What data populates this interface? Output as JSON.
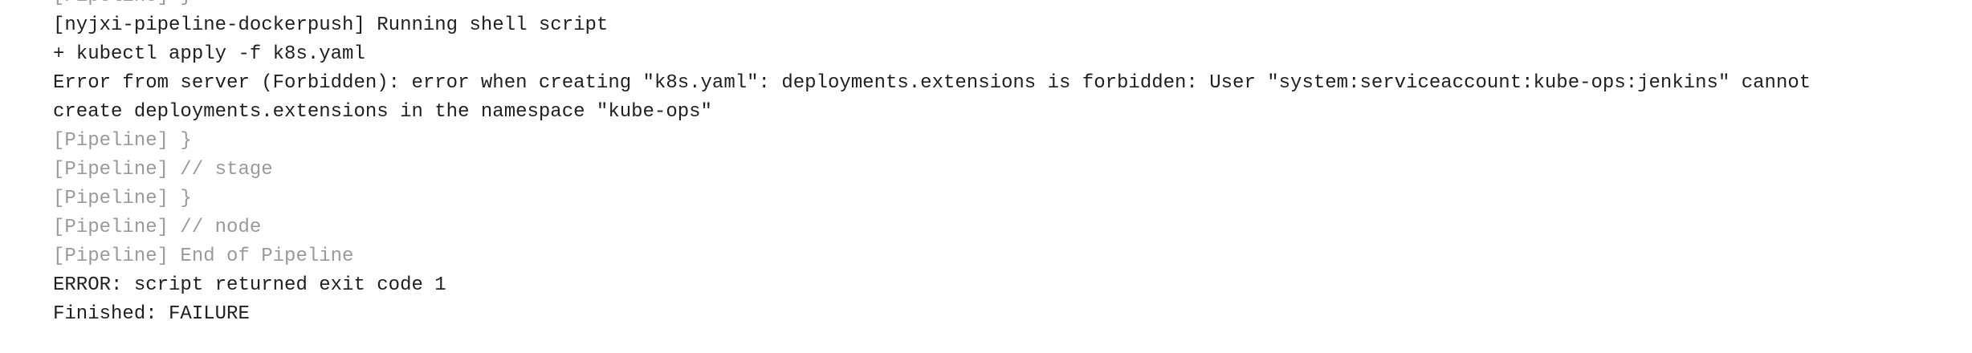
{
  "console": {
    "top_partial": "[Pipeline] }",
    "lines": [
      {
        "text": "[nyjxi-pipeline-dockerpush] Running shell script",
        "kind": "normal"
      },
      {
        "text": "+ kubectl apply -f k8s.yaml",
        "kind": "normal"
      },
      {
        "text": "Error from server (Forbidden): error when creating \"k8s.yaml\": deployments.extensions is forbidden: User \"system:serviceaccount:kube-ops:jenkins\" cannot",
        "kind": "normal"
      },
      {
        "text": "create deployments.extensions in the namespace \"kube-ops\"",
        "kind": "normal"
      },
      {
        "text": "[Pipeline] }",
        "kind": "pipeline"
      },
      {
        "text": "[Pipeline] // stage",
        "kind": "pipeline"
      },
      {
        "text": "[Pipeline] }",
        "kind": "pipeline"
      },
      {
        "text": "[Pipeline] // node",
        "kind": "pipeline"
      },
      {
        "text": "[Pipeline] End of Pipeline",
        "kind": "pipeline"
      },
      {
        "text": "ERROR: script returned exit code 1",
        "kind": "normal"
      },
      {
        "text": "Finished: FAILURE",
        "kind": "normal"
      }
    ],
    "colors": {
      "text": "#1f1f1f",
      "pipeline": "#9a9a9a",
      "background": "#ffffff"
    }
  }
}
